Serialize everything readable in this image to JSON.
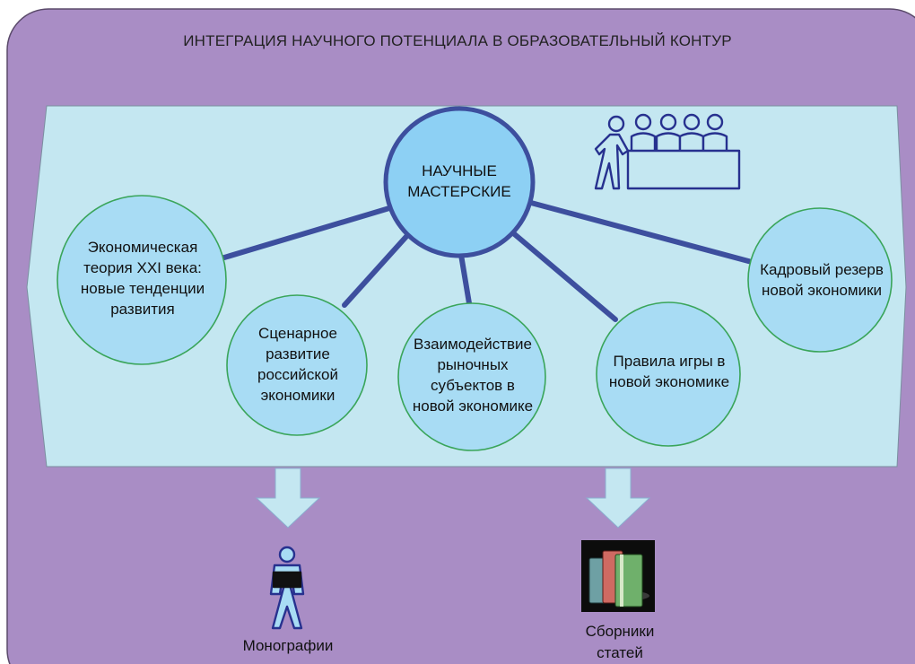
{
  "title": "ИНТЕГРАЦИЯ НАУЧНОГО ПОТЕНЦИАЛА В ОБРАЗОВАТЕЛЬНЫЙ КОНТУР",
  "hub": {
    "label": "НАУЧНЫЕ\nМАСТЕРСКИЕ"
  },
  "nodes": [
    {
      "label": "Экономическая\nтеория XXI века:\nновые тенденции\nразвития"
    },
    {
      "label": "Сценарное\nразвитие\nроссийской\nэкономики"
    },
    {
      "label": "Взаимодействие\nрыночных\nсубъектов в\nновой экономике"
    },
    {
      "label": "Правила игры в\nновой экономике"
    },
    {
      "label": "Кадровый резерв\nновой экономики"
    }
  ],
  "outputs": [
    {
      "label": "Монографии",
      "icon": "reader-person-icon"
    },
    {
      "label": "Сборники\nстатей",
      "icon": "books-icon"
    }
  ],
  "icons": {
    "meeting": "meeting-people-icon"
  },
  "colors": {
    "outer": "#a98dc5",
    "band": "#c4e7f1",
    "circle": "#a8dcf4",
    "hub": "#8dd0f4",
    "circle_border": "#3aa55a",
    "connector": "#3d4f9e"
  }
}
